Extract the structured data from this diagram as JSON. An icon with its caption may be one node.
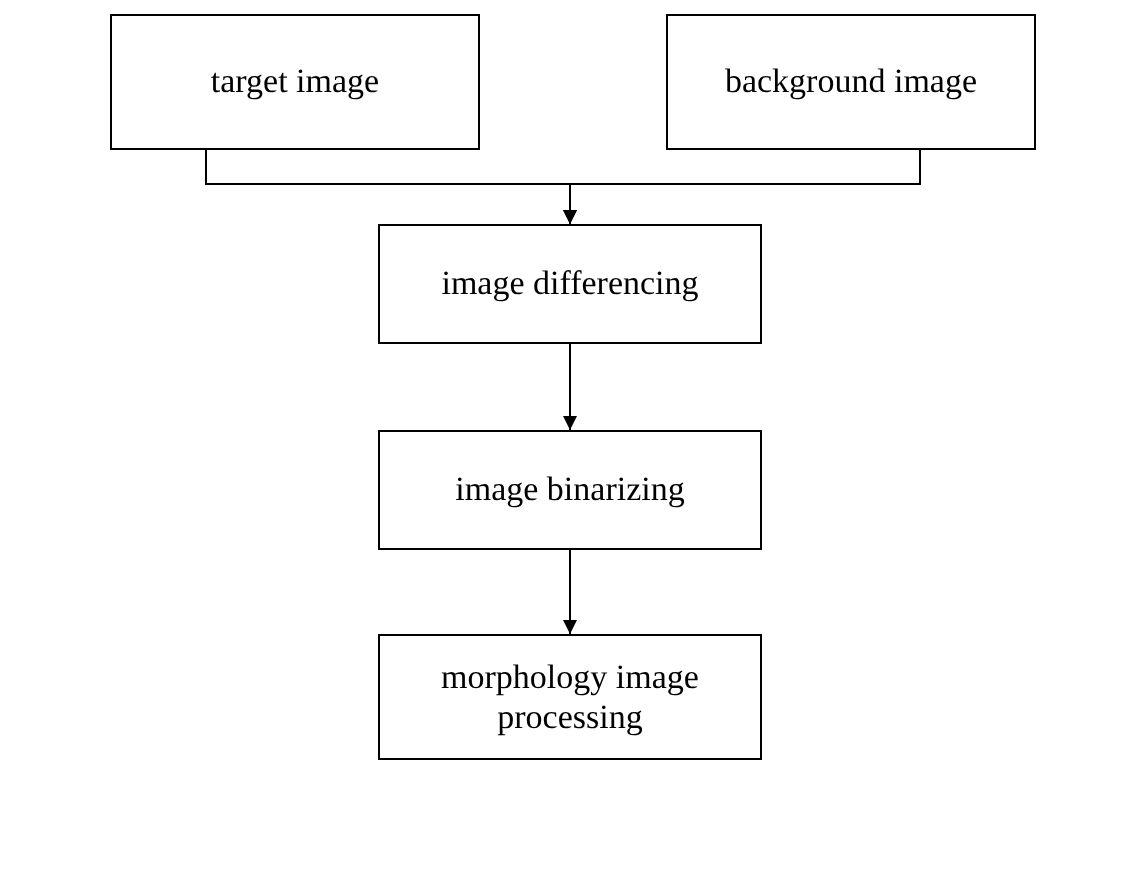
{
  "diagram": {
    "nodes": [
      {
        "text": [
          "target image"
        ]
      },
      {
        "text": [
          "background image"
        ]
      },
      {
        "text": [
          "image differencing"
        ]
      },
      {
        "text": [
          "image binarizing"
        ]
      },
      {
        "text": [
          "morphology image processing"
        ]
      }
    ],
    "edges": [
      {
        "from": 0,
        "to": 2,
        "arrow": "to"
      },
      {
        "from": 1,
        "to": 2,
        "arrow": "to"
      },
      {
        "from": 2,
        "to": 3,
        "arrow": "to"
      },
      {
        "from": 3,
        "to": 4,
        "arrow": "to"
      }
    ]
  }
}
